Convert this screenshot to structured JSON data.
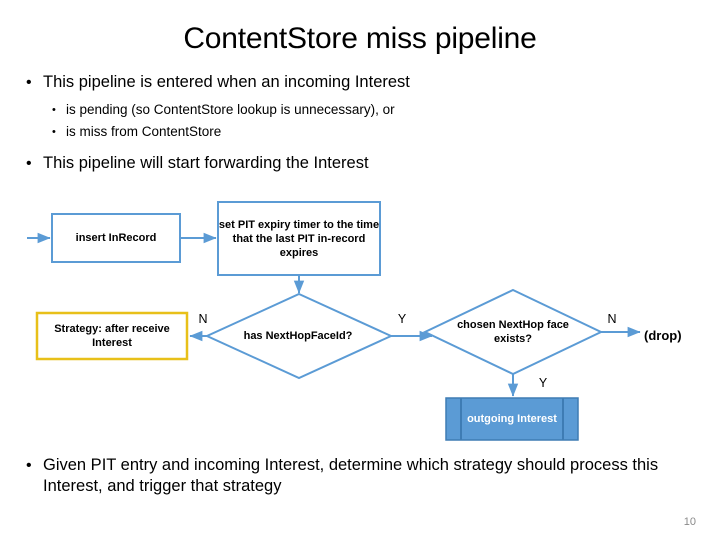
{
  "slide": {
    "title": "ContentStore miss pipeline",
    "page_number": "10"
  },
  "bullets": [
    {
      "id": "entered",
      "level": 1,
      "marker": "•",
      "text": "This pipeline is entered when an incoming Interest"
    },
    {
      "id": "pending",
      "level": 2,
      "marker": "•",
      "text": "is pending (so ContentStore lookup is unnecessary), or"
    },
    {
      "id": "miss",
      "level": 2,
      "marker": "•",
      "text": "is miss from ContentStore"
    },
    {
      "id": "forward",
      "level": 1,
      "marker": "•",
      "text": "This pipeline will start forwarding the Interest"
    },
    {
      "id": "given",
      "level": 1,
      "marker": "•",
      "text": "Given PIT entry and incoming Interest, determine which strategy should process this Interest, and trigger that strategy"
    }
  ],
  "diagram": {
    "colors": {
      "stroke_blue": "#5B9BD5",
      "fill_blue": "#5B9BD5",
      "bar_blue": "#3E7CB4",
      "stroke_gold": "#E8C019",
      "fill_white": "#FFFFFF",
      "text_dark": "#000000",
      "text_light": "#FFFFFF"
    },
    "nodes": {
      "insert_inrecord": {
        "label": "insert InRecord",
        "shape": "rectangle",
        "border": "blue"
      },
      "set_pit_timer": {
        "label": "set PIT expiry timer to the time that the last PIT in-record expires",
        "shape": "rectangle",
        "border": "blue"
      },
      "strategy": {
        "label": "Strategy: after receive Interest",
        "shape": "rectangle",
        "border": "gold"
      },
      "has_nexthop": {
        "label": "has NextHopFaceId?",
        "shape": "diamond",
        "border": "blue"
      },
      "chosen_nexthop": {
        "label": "chosen NextHop face exists?",
        "shape": "diamond",
        "border": "blue"
      },
      "outgoing_interest": {
        "label": "outgoing Interest",
        "shape": "predefined-process",
        "border": "blue"
      },
      "drop": {
        "label": "(drop)",
        "shape": "text"
      }
    },
    "edge_labels": {
      "has_nexthop_no": "N",
      "has_nexthop_yes": "Y",
      "chosen_nexthop_no": "N",
      "chosen_nexthop_yes": "Y"
    }
  }
}
